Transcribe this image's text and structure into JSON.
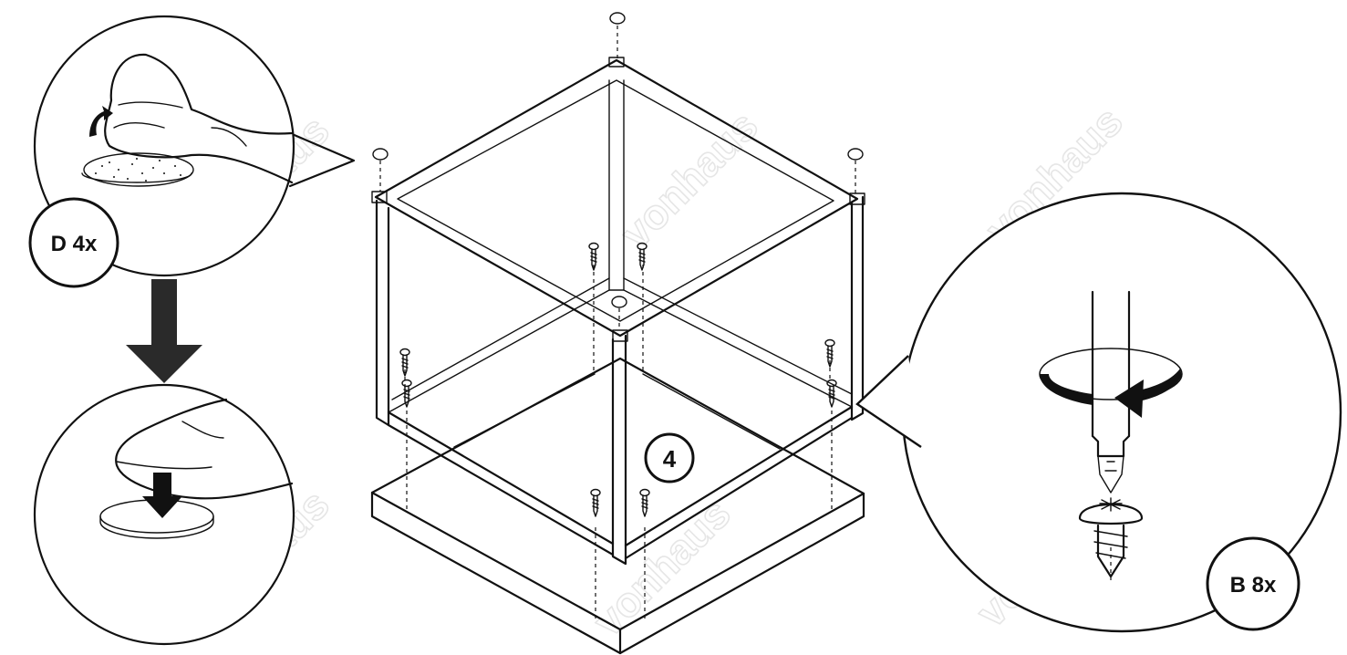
{
  "step_number": "4",
  "callout_felt_pad": {
    "label": "D 4x",
    "part_icon": "felt-pad-icon"
  },
  "callout_screw": {
    "label": "B 8x",
    "part_icon": "screw-icon"
  },
  "watermark": "vonhaus",
  "colors": {
    "line": "#111111",
    "background": "#ffffff",
    "arrow": "#2a2a2a",
    "watermark": "#e6e6e6"
  }
}
